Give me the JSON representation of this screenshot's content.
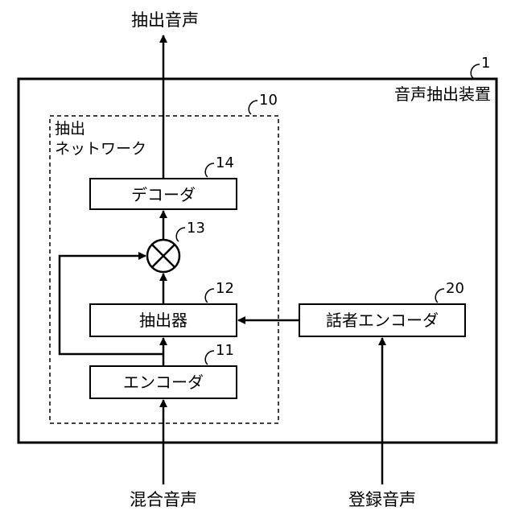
{
  "output_label": "抽出音声",
  "device": {
    "label": "音声抽出装置",
    "ref": "1"
  },
  "network": {
    "label_line1": "抽出",
    "label_line2": "ネットワーク",
    "ref": "10"
  },
  "decoder": {
    "label": "デコーダ",
    "ref": "14"
  },
  "multiplier": {
    "ref": "13"
  },
  "extractor": {
    "label": "抽出器",
    "ref": "12"
  },
  "encoder": {
    "label": "エンコーダ",
    "ref": "11"
  },
  "speaker_encoder": {
    "label": "話者エンコーダ",
    "ref": "20"
  },
  "mixed_input_label": "混合音声",
  "enrolled_input_label": "登録音声"
}
